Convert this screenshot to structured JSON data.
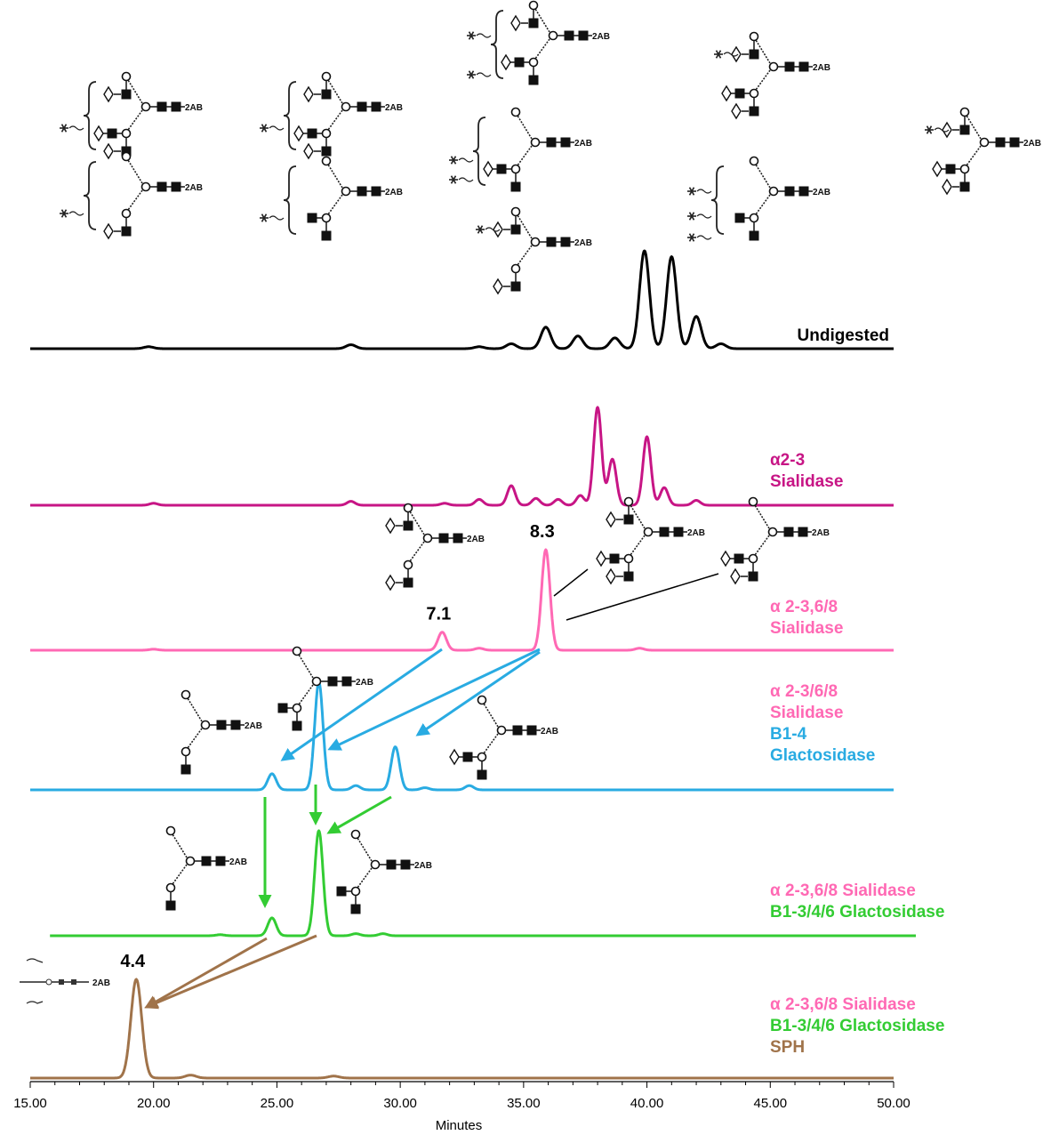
{
  "chart_data": {
    "type": "line",
    "xlabel": "Minutes",
    "xlim": [
      15,
      50
    ],
    "xticks": [
      "15.00",
      "20.00",
      "25.00",
      "30.00",
      "35.00",
      "40.00",
      "45.00",
      "50.00"
    ],
    "series": [
      {
        "key": "undigested",
        "name": "Undigested",
        "label_lines": [
          "Undigested"
        ],
        "label_colors": [
          "#000000"
        ],
        "color": "#000000",
        "x_range": [
          15,
          50
        ],
        "peaks": [
          [
            19.8,
            0.02
          ],
          [
            28.0,
            0.04
          ],
          [
            33.2,
            0.02
          ],
          [
            34.5,
            0.05
          ],
          [
            35.9,
            0.22
          ],
          [
            37.2,
            0.13
          ],
          [
            38.7,
            0.11
          ],
          [
            39.9,
            1.0
          ],
          [
            41.0,
            0.94
          ],
          [
            42.0,
            0.33
          ],
          [
            43.0,
            0.05
          ]
        ]
      },
      {
        "key": "a23",
        "name": "α2-3 Sialidase",
        "label_lines": [
          "α2-3",
          "Sialidase"
        ],
        "label_colors": [
          "#c71585",
          "#c71585"
        ],
        "color": "#c71585",
        "x_range": [
          15,
          50
        ],
        "peaks": [
          [
            20.0,
            0.02
          ],
          [
            28.0,
            0.04
          ],
          [
            31.8,
            0.02
          ],
          [
            33.2,
            0.06
          ],
          [
            34.5,
            0.2
          ],
          [
            35.5,
            0.07
          ],
          [
            36.4,
            0.06
          ],
          [
            37.3,
            0.1
          ],
          [
            38.0,
            1.0
          ],
          [
            38.6,
            0.47
          ],
          [
            40.0,
            0.7
          ],
          [
            40.7,
            0.18
          ],
          [
            42.0,
            0.05
          ]
        ]
      },
      {
        "key": "a2368",
        "name": "α 2-3,6/8 Sialidase",
        "label_lines": [
          "α 2-3,6/8",
          "Sialidase"
        ],
        "label_colors": [
          "#ff69b4",
          "#ff69b4"
        ],
        "color": "#ff69b4",
        "x_range": [
          15,
          50
        ],
        "peaks": [
          [
            20.0,
            0.01
          ],
          [
            31.7,
            0.18
          ],
          [
            33.2,
            0.02
          ],
          [
            35.9,
            1.0
          ],
          [
            39.7,
            0.02
          ]
        ]
      },
      {
        "key": "gal14",
        "name": "α 2-3/6/8 Sialidase B1-4 Glactosidase",
        "label_lines": [
          "α 2-3/6/8",
          "Sialidase",
          "B1-4",
          "Glactosidase"
        ],
        "label_colors": [
          "#ff69b4",
          "#ff69b4",
          "#29abe2",
          "#29abe2"
        ],
        "color": "#29abe2",
        "x_range": [
          15,
          50
        ],
        "peaks": [
          [
            24.8,
            0.15
          ],
          [
            26.7,
            1.0
          ],
          [
            28.2,
            0.04
          ],
          [
            29.8,
            0.4
          ],
          [
            31.0,
            0.02
          ],
          [
            32.8,
            0.04
          ]
        ]
      },
      {
        "key": "gal1346",
        "name": "α 2-3,6/8 Sialidase B1-3/4/6 Glactosidase",
        "label_lines": [
          "α 2-3,6/8 Sialidase",
          "B1-3/4/6 Glactosidase"
        ],
        "label_colors": [
          "#ff69b4",
          "#33cc33"
        ],
        "color": "#33cc33",
        "x_range": [
          15.8,
          50.9
        ],
        "peaks": [
          [
            22.7,
            0.01
          ],
          [
            24.8,
            0.17
          ],
          [
            26.7,
            1.0
          ],
          [
            28.2,
            0.02
          ],
          [
            29.3,
            0.02
          ]
        ]
      },
      {
        "key": "sph",
        "name": "α 2-3,6/8 Sialidase B1-3/4/6 Glactosidase SPH",
        "label_lines": [
          "α 2-3,6/8 Sialidase",
          "B1-3/4/6 Glactosidase",
          "SPH"
        ],
        "label_colors": [
          "#ff69b4",
          "#33cc33",
          "#a0734a"
        ],
        "color": "#a0734a",
        "x_range": [
          15,
          50
        ],
        "peaks": [
          [
            19.3,
            1.0
          ],
          [
            21.5,
            0.03
          ],
          [
            27.3,
            0.02
          ]
        ]
      }
    ],
    "peak_labels": [
      {
        "series": "a2368",
        "x": 31.7,
        "text": "7.1"
      },
      {
        "series": "a2368",
        "x": 35.9,
        "text": "8.3"
      },
      {
        "series": "sph",
        "x": 19.3,
        "text": "4.4"
      }
    ]
  },
  "glycan_tag": "2AB"
}
